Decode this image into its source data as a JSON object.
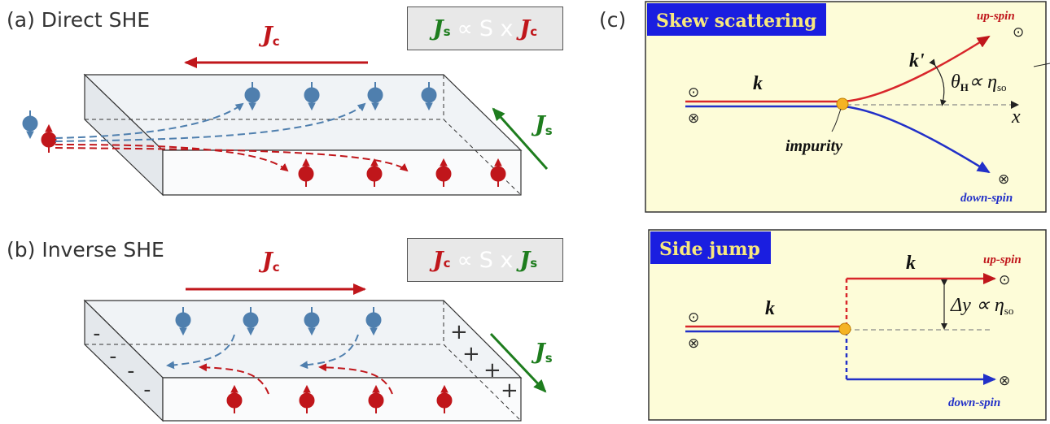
{
  "panels": {
    "a": {
      "label": "(a) Direct SHE",
      "formula": {
        "lhs": "J",
        "lhs_sub": "s",
        "propto": "∝",
        "mid": "S x",
        "rhs": "J",
        "rhs_sub": "c"
      },
      "jc_label": "J",
      "jc_sub": "c",
      "js_label": "J",
      "js_sub": "s"
    },
    "b": {
      "label": "(b) Inverse SHE",
      "formula": {
        "lhs": "J",
        "lhs_sub": "c",
        "propto": "∝",
        "mid": "S x",
        "rhs": "J",
        "rhs_sub": "s"
      },
      "jc_label": "J",
      "jc_sub": "c",
      "js_label": "J",
      "js_sub": "s",
      "minus_sign": "-",
      "plus_sign": "+"
    },
    "c": {
      "label": "(c)"
    }
  },
  "skew": {
    "title": "Skew scattering",
    "k": "k",
    "k_prime": "k'",
    "angle_theta": "θ",
    "angle_sub": "H",
    "angle_rel": "∝ η",
    "angle_rel_sub": "so",
    "x_axis": "x",
    "impurity": "impurity",
    "up_spin": "up-spin",
    "down_spin": "down-spin",
    "dot_symbol": "⊙",
    "cross_symbol": "⊗"
  },
  "side": {
    "title": "Side jump",
    "k_left": "k",
    "k_right": "k",
    "dy": "Δy ∝ η",
    "dy_sub": "so",
    "up_spin": "up-spin",
    "down_spin": "down-spin",
    "dot_symbol": "⊙",
    "cross_symbol": "⊗"
  },
  "colors": {
    "red": "#c0161b",
    "blue": "#4f7fae",
    "green": "#1e7d1e",
    "dark_blue": "#2230c8",
    "diagram_bg": "#fdfcd8",
    "title_bg": "#1a1ee0",
    "title_fg": "#f7e87e"
  }
}
